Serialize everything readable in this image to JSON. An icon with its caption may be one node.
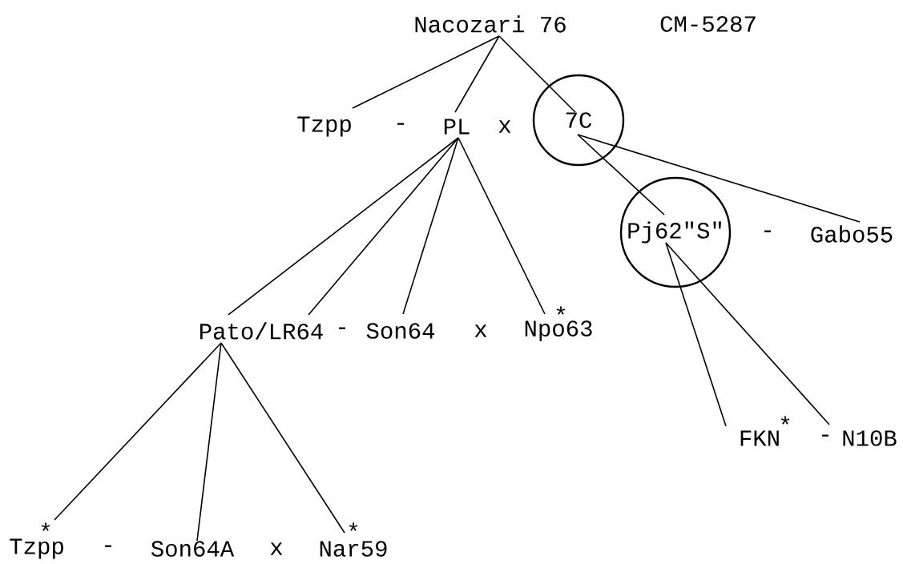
{
  "diagram": {
    "nodes": [
      {
        "text": [
          "Nacozari 76"
        ]
      },
      {
        "text": [
          "Tzpp"
        ]
      },
      {
        "text": [
          "PL"
        ]
      },
      {
        "text": [
          "7C"
        ]
      },
      {
        "text": [
          "Pj62\"S\""
        ]
      },
      {
        "text": [
          "Gabo55"
        ]
      },
      {
        "text": [
          "Pato/LR64"
        ]
      },
      {
        "text": [
          "Son64"
        ]
      },
      {
        "text": [
          "Npo63"
        ]
      },
      {
        "text": [
          "FKN"
        ]
      },
      {
        "text": [
          "N10B"
        ]
      },
      {
        "text": [
          "Tzpp"
        ]
      },
      {
        "text": [
          "Son64A"
        ]
      },
      {
        "text": [
          "Nar59"
        ]
      }
    ],
    "edges": [
      {
        "from": 0,
        "to": 1,
        "arrow": "none"
      },
      {
        "from": 0,
        "to": 2,
        "arrow": "none"
      },
      {
        "from": 0,
        "to": 3,
        "arrow": "none"
      },
      {
        "from": 3,
        "to": 4,
        "arrow": "none"
      },
      {
        "from": 3,
        "to": 5,
        "arrow": "none"
      },
      {
        "from": 2,
        "to": 6,
        "arrow": "none"
      },
      {
        "from": 2,
        "to": 6,
        "arrow": "none"
      },
      {
        "from": 2,
        "to": 7,
        "arrow": "none"
      },
      {
        "from": 2,
        "to": 8,
        "arrow": "none"
      },
      {
        "from": 4,
        "to": 9,
        "arrow": "none"
      },
      {
        "from": 4,
        "to": 10,
        "arrow": "none"
      },
      {
        "from": 6,
        "to": 11,
        "arrow": "none"
      },
      {
        "from": 6,
        "to": 12,
        "arrow": "none"
      },
      {
        "from": 6,
        "to": 13,
        "arrow": "none"
      }
    ],
    "labels": [
      "CM-5287",
      "-",
      "x",
      "-",
      "-",
      "x",
      "*",
      "*",
      "-",
      "*",
      "-",
      "x",
      "*"
    ]
  }
}
